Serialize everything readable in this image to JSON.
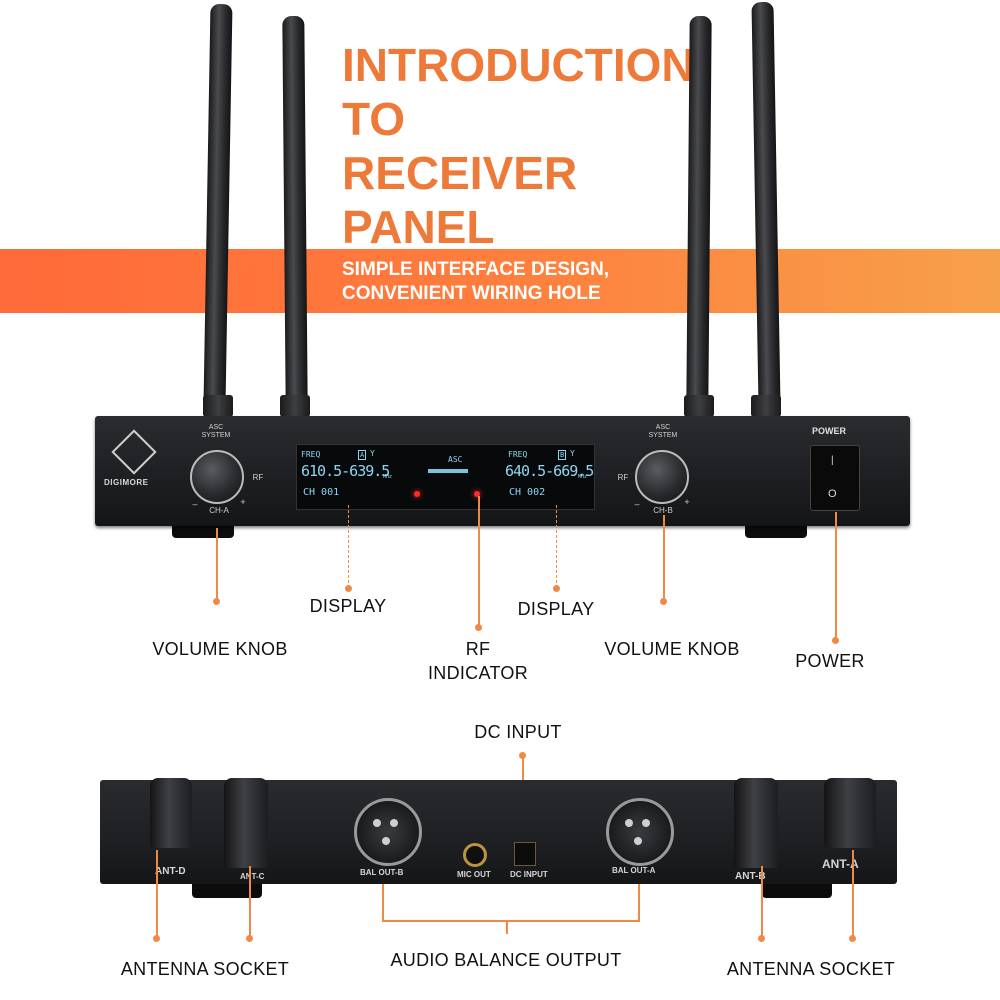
{
  "title": {
    "lines": [
      "INTRODUCTION",
      "TO",
      "RECEIVER",
      "PANEL"
    ]
  },
  "subtitle": {
    "lines": [
      "SIMPLE INTERFACE DESIGN,",
      "CONVENIENT WIRING HOLE"
    ]
  },
  "front_panel": {
    "brand": "DIGIMORE",
    "asc_left": "ASC SYSTEM",
    "asc_right": "ASC SYSTEM",
    "rf_left": "RF",
    "rf_right": "RF",
    "ch_a": "CH-A",
    "ch_b": "CH-B",
    "minus": "–",
    "plus": "+",
    "display_a": {
      "freq_label": "FREQ",
      "channel_tag": "A",
      "freq": "610.5-639.5",
      "unit": "MHz",
      "ch": "CH 001"
    },
    "display_b": {
      "freq_label": "FREQ",
      "channel_tag": "B",
      "freq": "640.5-669.5",
      "unit": "MHz",
      "ch": "CH 002"
    },
    "center_asc": "ASC",
    "power_label": "POWER",
    "power_on": "|",
    "power_off": "O"
  },
  "front_callouts": {
    "display_left": "DISPLAY",
    "display_right": "DISPLAY",
    "volume_left": "VOLUME KNOB",
    "rf_indicator": [
      "RF",
      "INDICATOR"
    ],
    "volume_right": "VOLUME KNOB",
    "power": "POWER"
  },
  "back_panel": {
    "ant_d": "ANT-D",
    "ant_c": "ANT-C",
    "bal_out_b": "BAL OUT-B",
    "mic_out": "MIC OUT",
    "dc_input": "DC INPUT",
    "bal_out_a": "BAL OUT-A",
    "ant_b": "ANT-B",
    "ant_a": "ANT-A"
  },
  "back_callouts": {
    "dc_input": "DC INPUT",
    "antenna_left": "ANTENNA SOCKET",
    "audio_balance": "AUDIO BALANCE OUTPUT",
    "antenna_right": "ANTENNA SOCKET"
  },
  "colors": {
    "accent": "#ee7a3a",
    "band_start": "#ff6a3a",
    "band_end": "#f7a04a",
    "lcd": "#8ed6f2",
    "led": "#ff2a2a"
  }
}
